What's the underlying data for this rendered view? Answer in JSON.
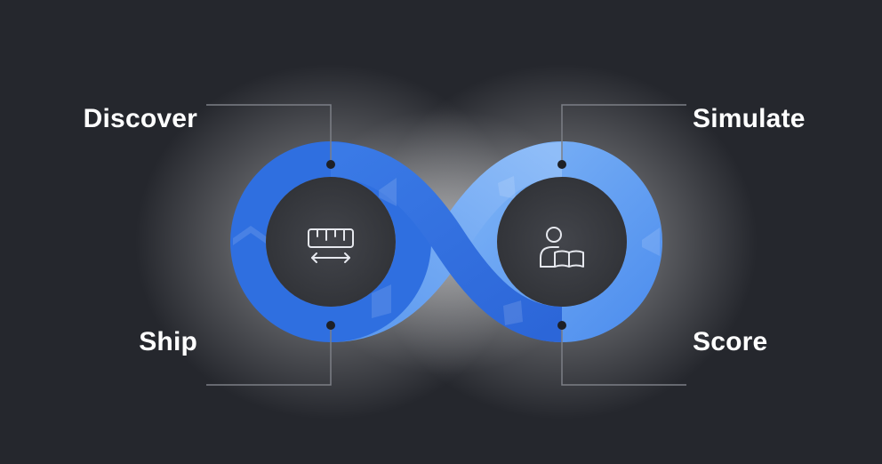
{
  "stages": {
    "discover": {
      "label": "Discover",
      "icon": "ruler-icon"
    },
    "simulate": {
      "label": "Simulate",
      "icon": "person-book-icon"
    },
    "ship": {
      "label": "Ship"
    },
    "score": {
      "label": "Score"
    }
  },
  "colors": {
    "background": "#25272d",
    "loop_dark_blue": "#2f6fe0",
    "loop_light_blue": "#5fa0f2",
    "center_fill": "#3a3c42",
    "leader_line": "#7c7f86",
    "label_text": "#ffffff",
    "icon_stroke": "#e6e8ee"
  }
}
